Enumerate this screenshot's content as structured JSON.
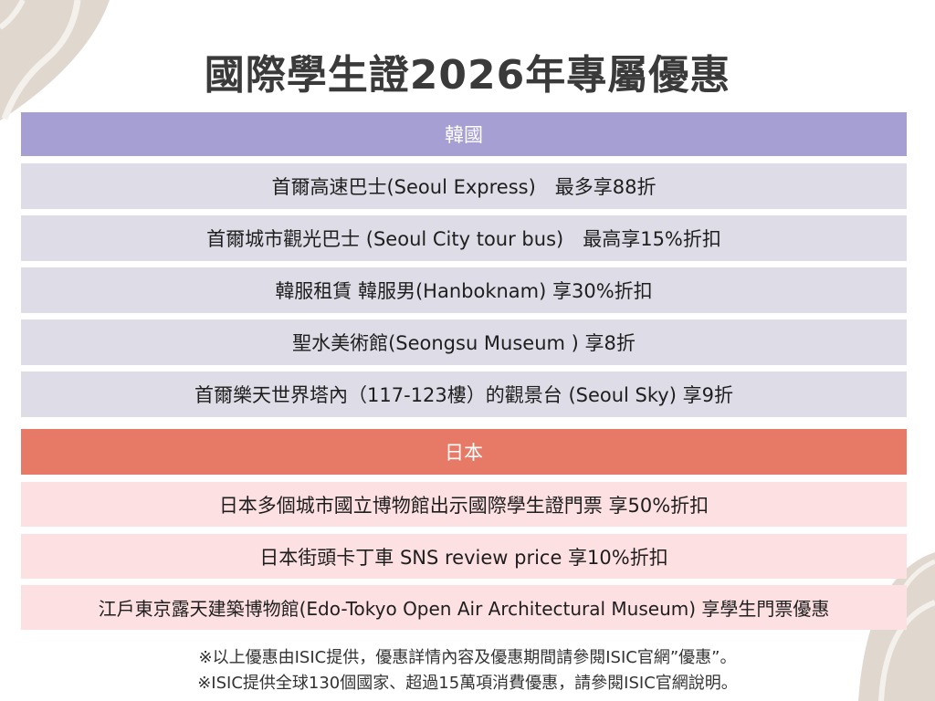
{
  "title": "國際學生證2026年專屬優惠",
  "sections": [
    {
      "header": "韓國",
      "items": [
        "首爾高速巴士(Seoul Express)　最多享88折",
        "首爾城市觀光巴士 (Seoul City tour bus)　最高享15%折扣",
        "韓服租賃 韓服男(Hanboknam) 享30%折扣",
        "聖水美術館(Seongsu Museum ) 享8折",
        "首爾樂天世界塔內（117-123樓）的觀景台 (Seoul Sky) 享9折"
      ]
    },
    {
      "header": "日本",
      "items": [
        "日本多個城市國立博物館出示國際學生證門票 享50%折扣",
        "日本街頭卡丁車 SNS review price 享10%折扣",
        "江戶東京露天建築博物館(Edo-Tokyo Open Air Architectural Museum) 享學生門票優惠"
      ]
    }
  ],
  "notes": [
    "※以上優惠由ISIC提供，優惠詳情內容及優惠期間請參閱ISIC官網”優惠”。",
    "※ISIC提供全球130個國家、超過15萬項消費優惠，請參閱ISIC官網說明。"
  ]
}
